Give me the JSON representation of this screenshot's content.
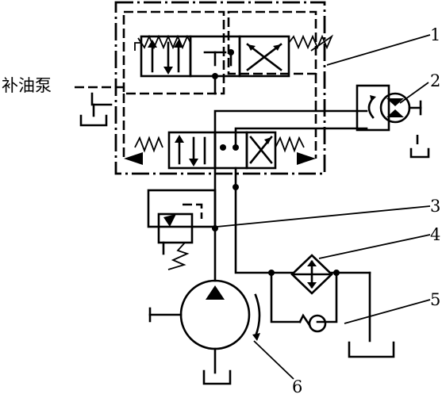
{
  "labels": {
    "pump_text": "补油泵",
    "n1": "1",
    "n2": "2",
    "n3": "3",
    "n4": "4",
    "n5": "5",
    "n6": "6"
  }
}
